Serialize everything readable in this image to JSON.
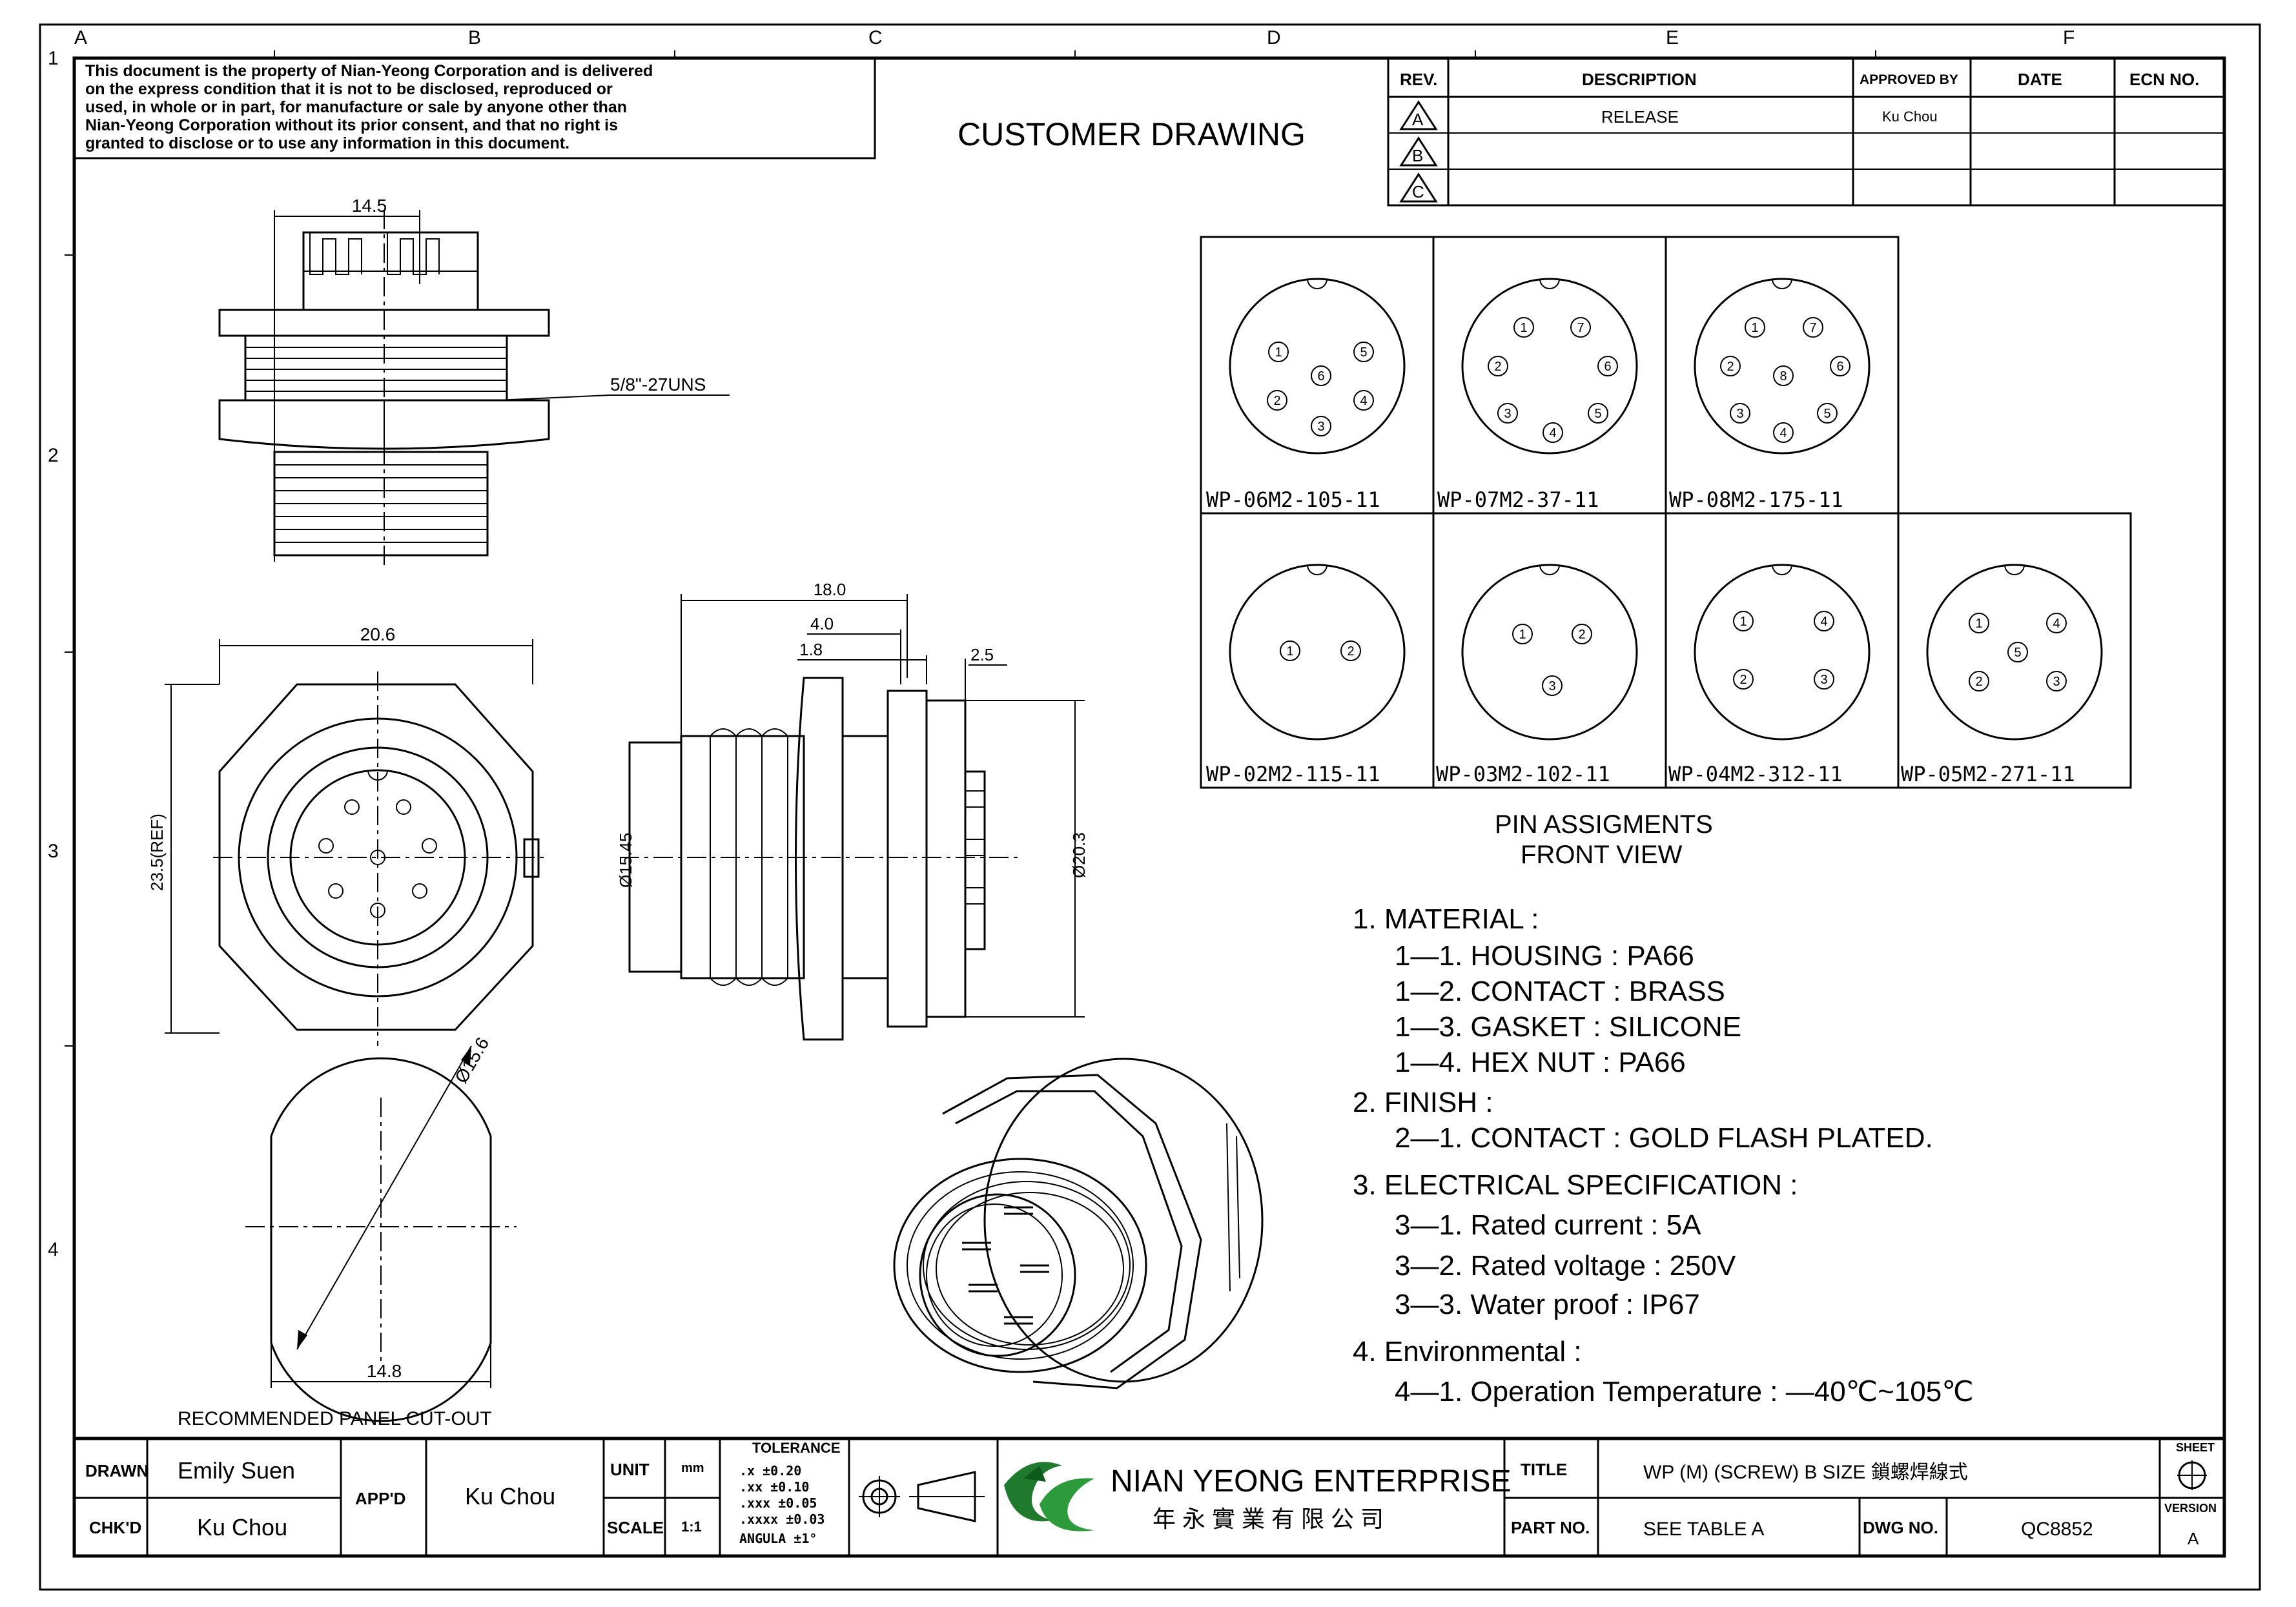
{
  "notice": [
    "This document is the property of Nian-Yeong Corporation and is delivered",
    "on  the  express condition that it is not to be disclosed, reproduced or",
    "used, in whole or in part, for manufacture or sale by anyone other than",
    "Nian-Yeong Corporation without  its prior consent, and that  no right  is",
    "granted to disclose or to use any information in this  document."
  ],
  "drawing_title": "CUSTOMER  DRAWING",
  "zone_columns": [
    "A",
    "B",
    "C",
    "D",
    "E",
    "F"
  ],
  "zone_rows": [
    "1",
    "2",
    "3",
    "4"
  ],
  "revision_table": {
    "headers": [
      "REV.",
      "DESCRIPTION",
      "APPROVED BY",
      "DATE",
      "ECN NO."
    ],
    "rows": [
      {
        "rev": "A",
        "description": "RELEASE",
        "approved": "Ku Chou",
        "date": "",
        "ecn": ""
      },
      {
        "rev": "B",
        "description": "",
        "approved": "",
        "date": "",
        "ecn": ""
      },
      {
        "rev": "C",
        "description": "",
        "approved": "",
        "date": "",
        "ecn": ""
      }
    ]
  },
  "dimensions": {
    "top_width": "14.5",
    "thread": "5/8\"-27UNS",
    "front_width": "20.6",
    "front_height": "23.5(REF)",
    "side_length": "18.0",
    "side_d1": "4.0",
    "side_d2": "1.8",
    "side_d3": "2.5",
    "side_dia1": "Ø15.45",
    "side_dia2": "Ø20.3",
    "cutout_dia": "Ø15.6",
    "cutout_width": "14.8",
    "cutout_label": "RECOMMENDED  PANEL  CUT-OUT"
  },
  "pin_layouts": [
    {
      "part": "WP-06M2-105-11",
      "pins": [
        "1",
        "5",
        "6",
        "2",
        "4",
        "3"
      ]
    },
    {
      "part": "WP-07M2-37-11",
      "pins": [
        "1",
        "7",
        "2",
        "6",
        "3",
        "5",
        "4"
      ]
    },
    {
      "part": "WP-08M2-175-11",
      "pins": [
        "1",
        "7",
        "2",
        "8",
        "6",
        "3",
        "5",
        "4"
      ]
    },
    {
      "part": "WP-02M2-115-11",
      "pins": [
        "1",
        "2"
      ]
    },
    {
      "part": "WP-03M2-102-11",
      "pins": [
        "1",
        "2",
        "3"
      ]
    },
    {
      "part": "WP-04M2-312-11",
      "pins": [
        "1",
        "4",
        "2",
        "3"
      ]
    },
    {
      "part": "WP-05M2-271-11",
      "pins": [
        "1",
        "4",
        "5",
        "2",
        "3"
      ]
    }
  ],
  "pin_caption": [
    "PIN  ASSIGMENTS",
    "FRONT  VIEW"
  ],
  "specs": [
    "1.  MATERIAL  :",
    "1—1.  HOUSING  :  PA66",
    "1—2.  CONTACT  :  BRASS",
    "1—3.  GASKET  :  SILICONE",
    "1—4.  HEX  NUT  :  PA66",
    "2.  FINISH  :",
    "2—1.  CONTACT  :  GOLD  FLASH  PLATED.",
    "3.  ELECTRICAL  SPECIFICATION  :",
    "3—1.  Rated  current  :  5A",
    "3—2.  Rated  voltage  :  250V",
    "3—3.  Water  proof  :  IP67",
    "4.  Environmental  :",
    "4—1.  Operation  Temperature  :  —40℃~105℃"
  ],
  "title_block": {
    "drawn_label": "DRAWN",
    "drawn_value": "Emily Suen",
    "chkd_label": "CHK'D",
    "chkd_value": "Ku Chou",
    "appd_label": "APP'D",
    "appd_value": "Ku Chou",
    "unit_label": "UNIT",
    "unit_value": "mm",
    "scale_label": "SCALE",
    "scale_value": "1:1",
    "tolerance_label": "TOLERANCE",
    "tolerance_rows": [
      ".x        ±0.20",
      ".xx       ±0.10",
      ".xxx      ±0.05",
      ".xxxx     ±0.03",
      "ANGULA   ±1°"
    ],
    "company": "NIAN YEONG ENTERPRISE",
    "company_cn": "年 永 實 業 有 限 公 司",
    "title_label": "TITLE",
    "title_value": "WP (M) (SCREW) B SIZE 鎖螺焊線式",
    "part_label": "PART NO.",
    "part_value": "SEE TABLE A",
    "dwg_label": "DWG NO.",
    "dwg_value": "QC8852",
    "sheet_label": "SHEET",
    "version_label": "VERSION",
    "version_value": "A"
  }
}
